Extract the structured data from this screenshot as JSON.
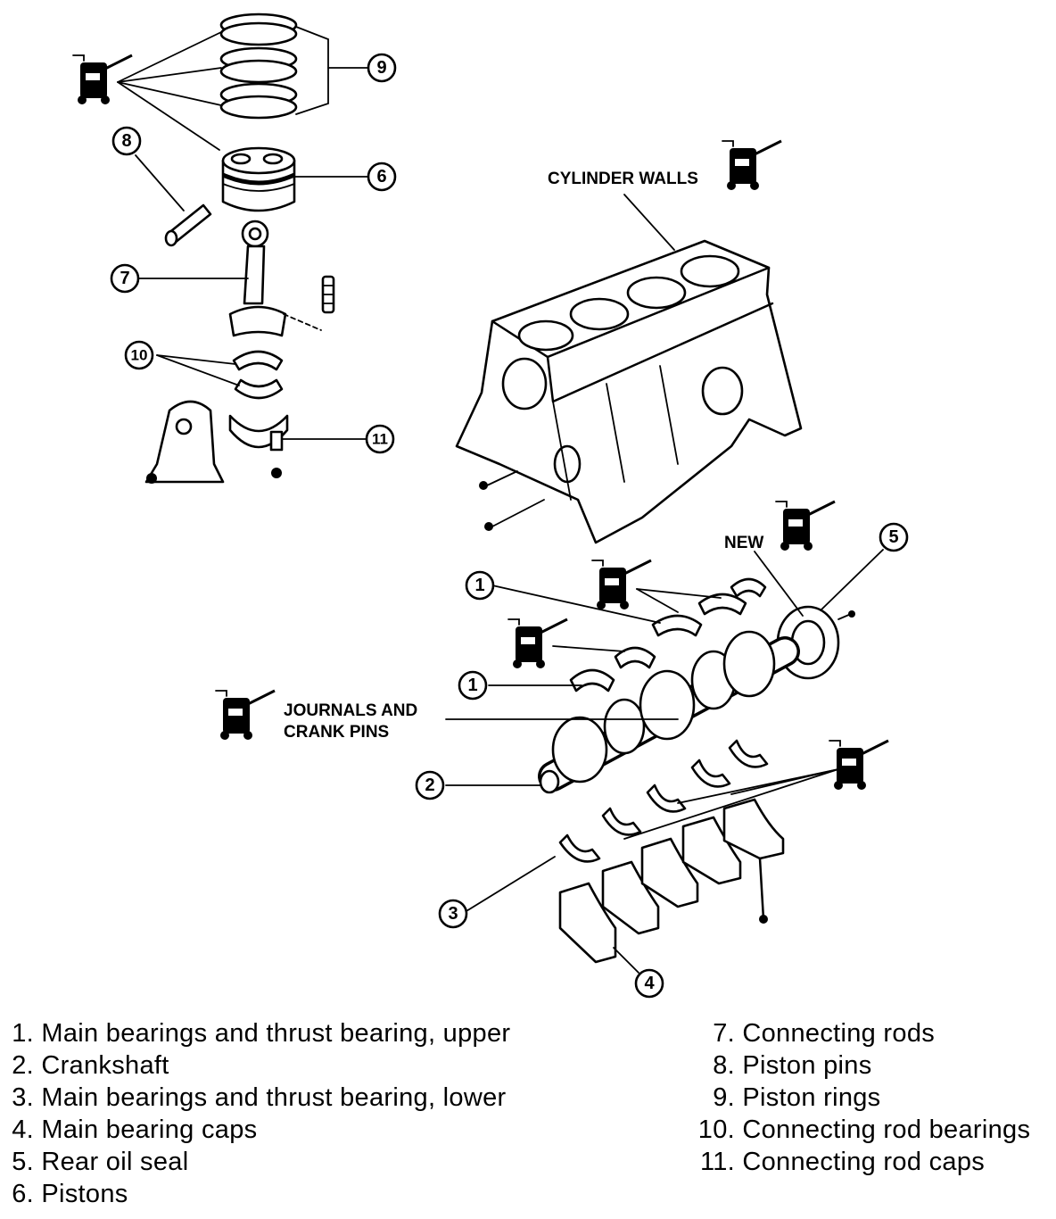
{
  "labels": {
    "cylinder_walls": "CYLINDER WALLS",
    "new": "NEW",
    "journals_line1": "JOURNALS AND",
    "journals_line2": "CRANK PINS"
  },
  "callouts": [
    "1",
    "2",
    "3",
    "4",
    "5",
    "6",
    "7",
    "8",
    "9",
    "10",
    "11"
  ],
  "legend": {
    "left": [
      {
        "num": "1.",
        "text": "Main bearings and thrust bearing, upper"
      },
      {
        "num": "2.",
        "text": "Crankshaft"
      },
      {
        "num": "3.",
        "text": "Main bearings and thrust bearing, lower"
      },
      {
        "num": "4.",
        "text": "Main bearing caps"
      },
      {
        "num": "5.",
        "text": "Rear oil seal"
      },
      {
        "num": "6.",
        "text": "Pistons"
      }
    ],
    "right": [
      {
        "num": "7.",
        "text": "Connecting rods"
      },
      {
        "num": "8.",
        "text": "Piston pins"
      },
      {
        "num": "9.",
        "text": "Piston rings"
      },
      {
        "num": "10.",
        "text": "Connecting rod bearings"
      },
      {
        "num": "11.",
        "text": "Connecting rod caps"
      }
    ]
  },
  "icons": [
    "oil-can-icon"
  ]
}
